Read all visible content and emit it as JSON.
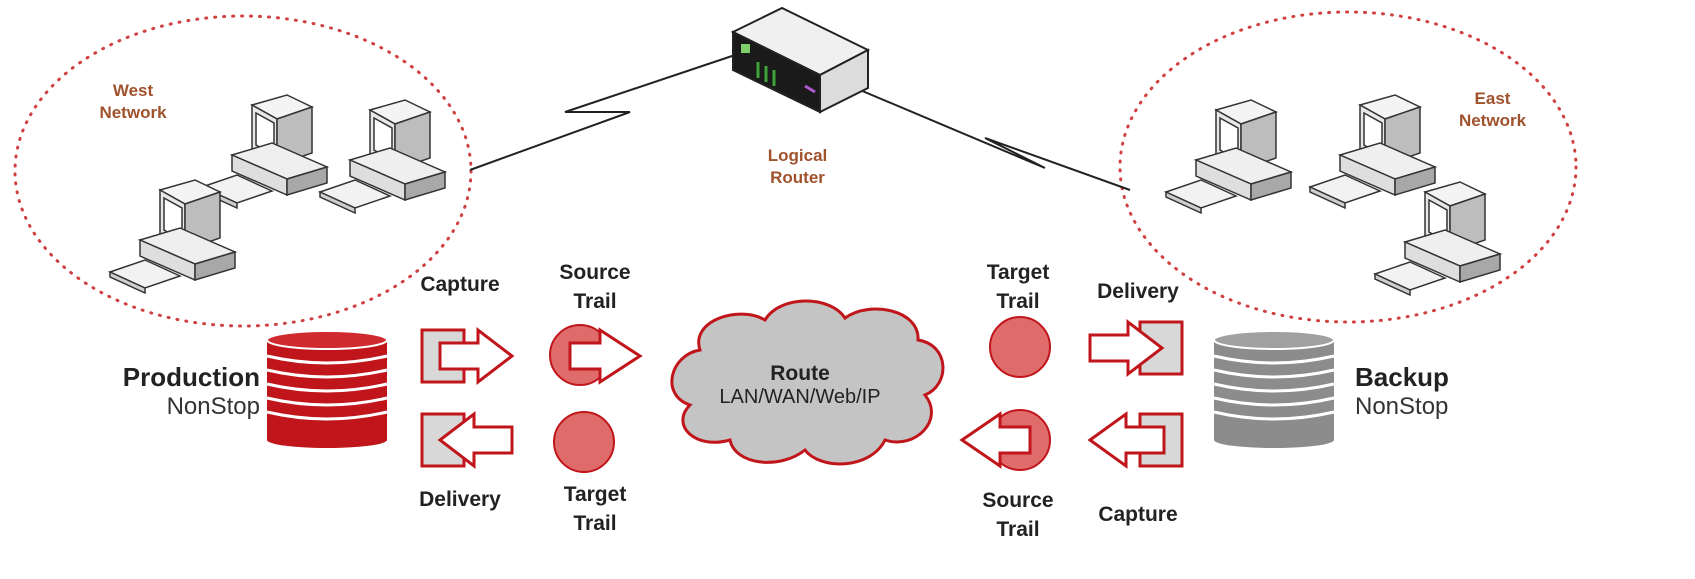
{
  "networks": {
    "west": {
      "line1": "West",
      "line2": "Network"
    },
    "east": {
      "line1": "East",
      "line2": "Network"
    }
  },
  "router": {
    "line1": "Logical",
    "line2": "Router"
  },
  "production": {
    "title": "Production",
    "subtitle": "NonStop"
  },
  "backup": {
    "title": "Backup",
    "subtitle": "NonStop"
  },
  "left_side": {
    "capture": "Capture",
    "delivery": "Delivery",
    "source_trail": {
      "line1": "Source",
      "line2": "Trail"
    },
    "target_trail": {
      "line1": "Target",
      "line2": "Trail"
    }
  },
  "right_side": {
    "target_trail": {
      "line1": "Target",
      "line2": "Trail"
    },
    "delivery": "Delivery",
    "source_trail": {
      "line1": "Source",
      "line2": "Trail"
    },
    "capture": "Capture"
  },
  "cloud": {
    "title": "Route",
    "subtitle": "LAN/WAN/Web/IP"
  },
  "colors": {
    "red": "#c0161b",
    "light_red": "#e06b6b",
    "gray_db": "#8c8c8c",
    "brown_text": "#a0522d",
    "cloud_fill": "#c4c4c4"
  }
}
